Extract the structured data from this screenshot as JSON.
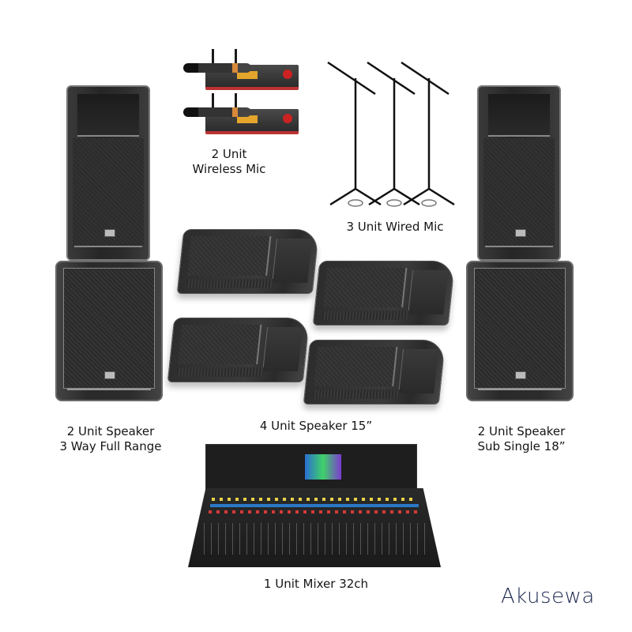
{
  "image": {
    "type": "product-bundle-photo",
    "background": "#ffffff"
  },
  "items": [
    {
      "id": "wireless-mic",
      "line1": "2 Unit",
      "line2": "Wireless Mic"
    },
    {
      "id": "wired-mic",
      "line1": "3 Unit Wired Mic"
    },
    {
      "id": "full-range-speaker",
      "line1": "2 Unit Speaker",
      "line2": "3 Way Full Range"
    },
    {
      "id": "monitor-speaker",
      "line1": "4 Unit Speaker 15”"
    },
    {
      "id": "sub-speaker",
      "line1": "2 Unit Speaker",
      "line2": "Sub Single 18”"
    },
    {
      "id": "mixer",
      "line1": "1 Unit Mixer 32ch"
    }
  ],
  "brand": {
    "name": "Akusewa",
    "color": "#1e2a52"
  },
  "colors": {
    "speaker_body": "#2c2c2c",
    "speaker_trim": "#888888",
    "receiver_accent": "#bb3333",
    "label_text": "#151515"
  }
}
